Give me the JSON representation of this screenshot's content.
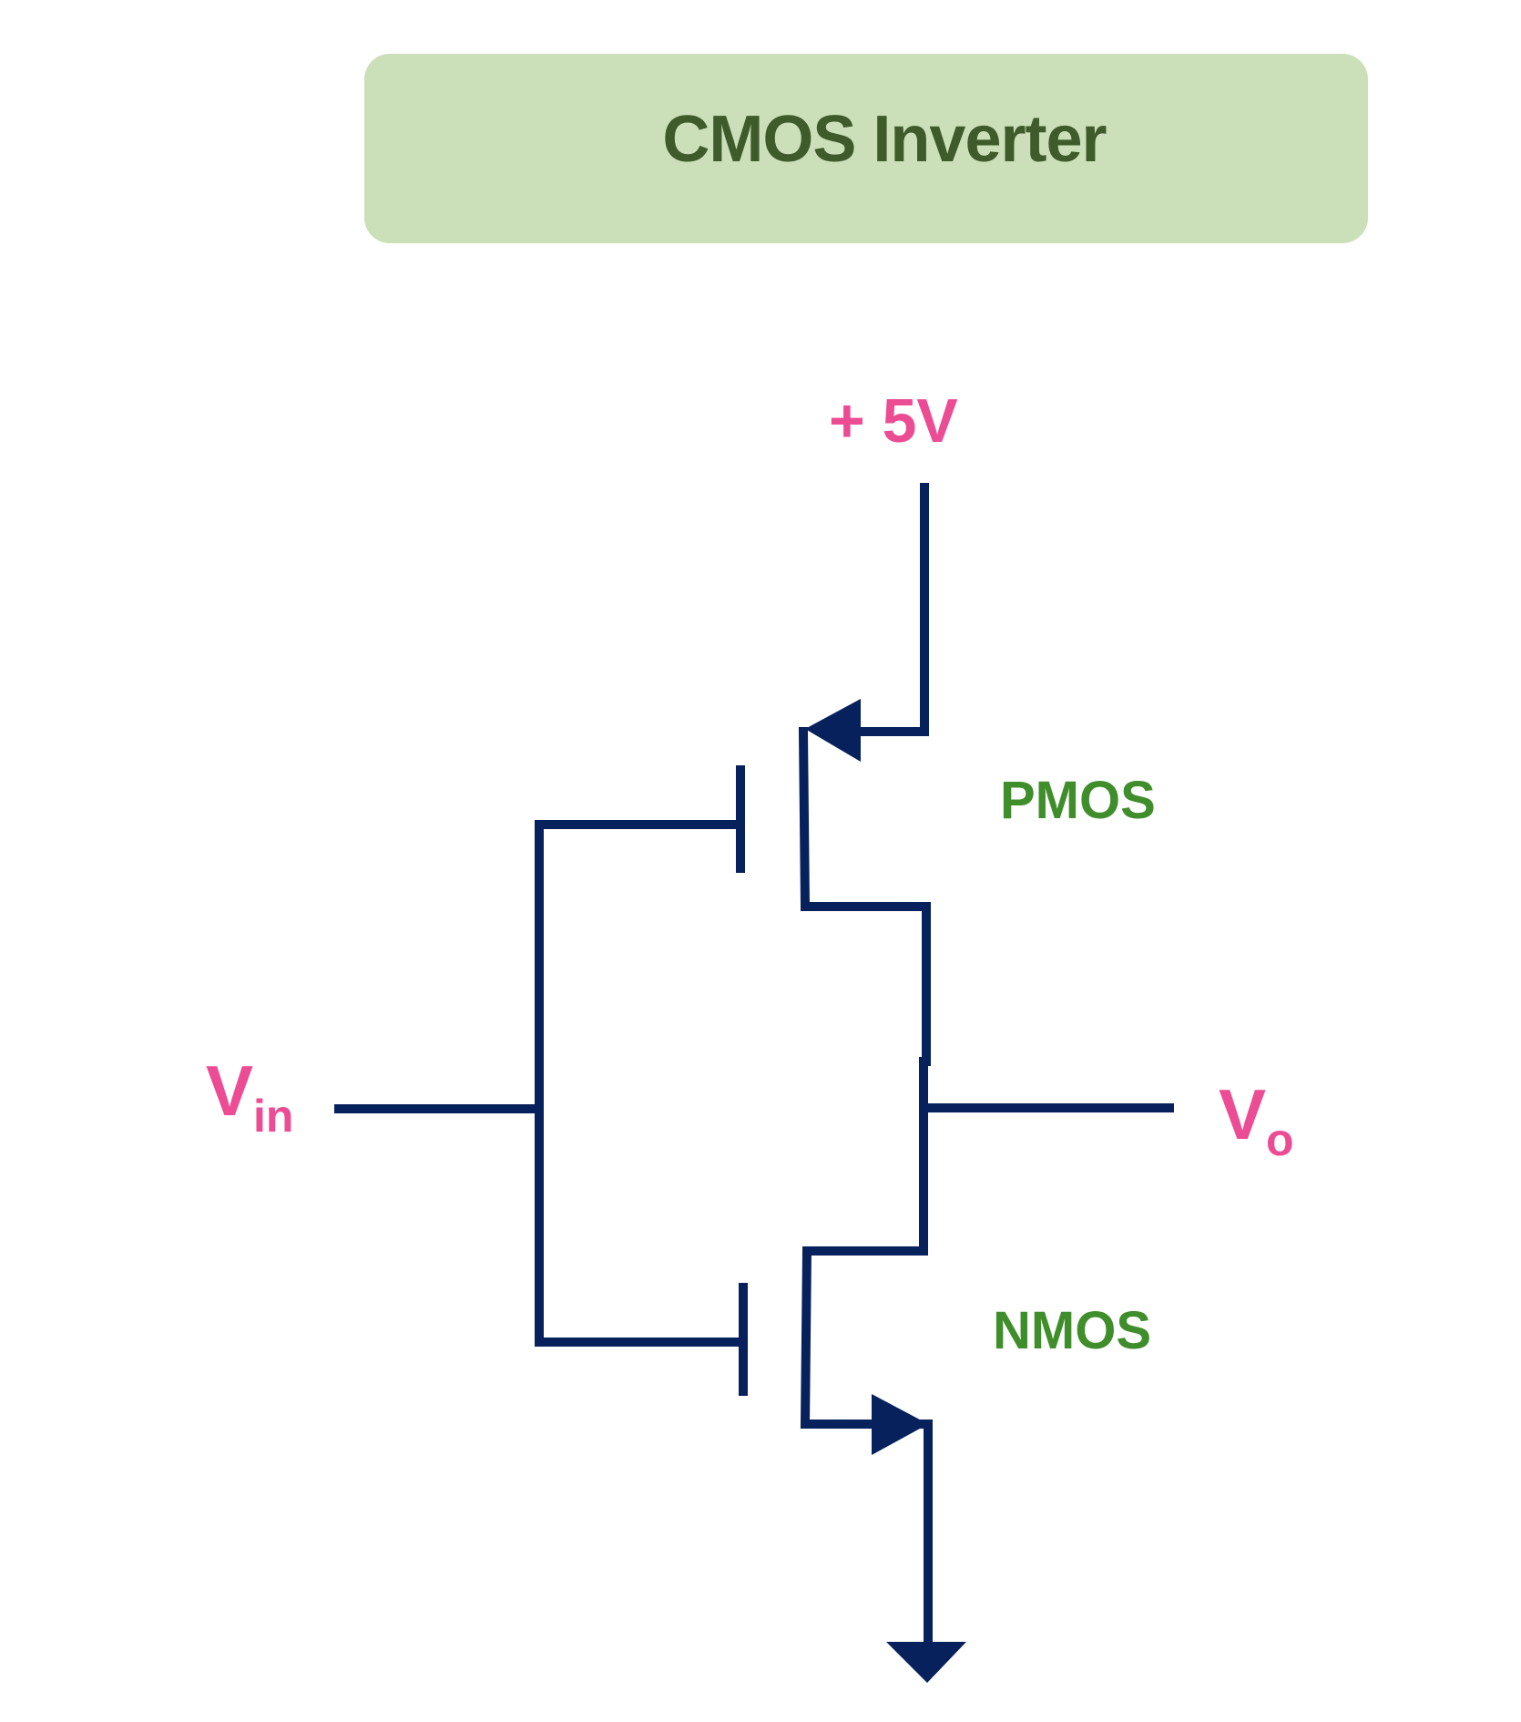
{
  "title": "CMOS Inverter",
  "labels": {
    "supply": "+ 5V",
    "vin_main": "V",
    "vin_sub": "in",
    "vo_main": "V",
    "vo_sub": "o",
    "pmos": "PMOS",
    "nmos": "NMOS"
  },
  "colors": {
    "title_box": "#cbe0b9",
    "title_text": "#3f5a2b",
    "voltage_labels": "#ec4c93",
    "transistor_labels": "#3f8e2b",
    "wires": "#07215c"
  }
}
